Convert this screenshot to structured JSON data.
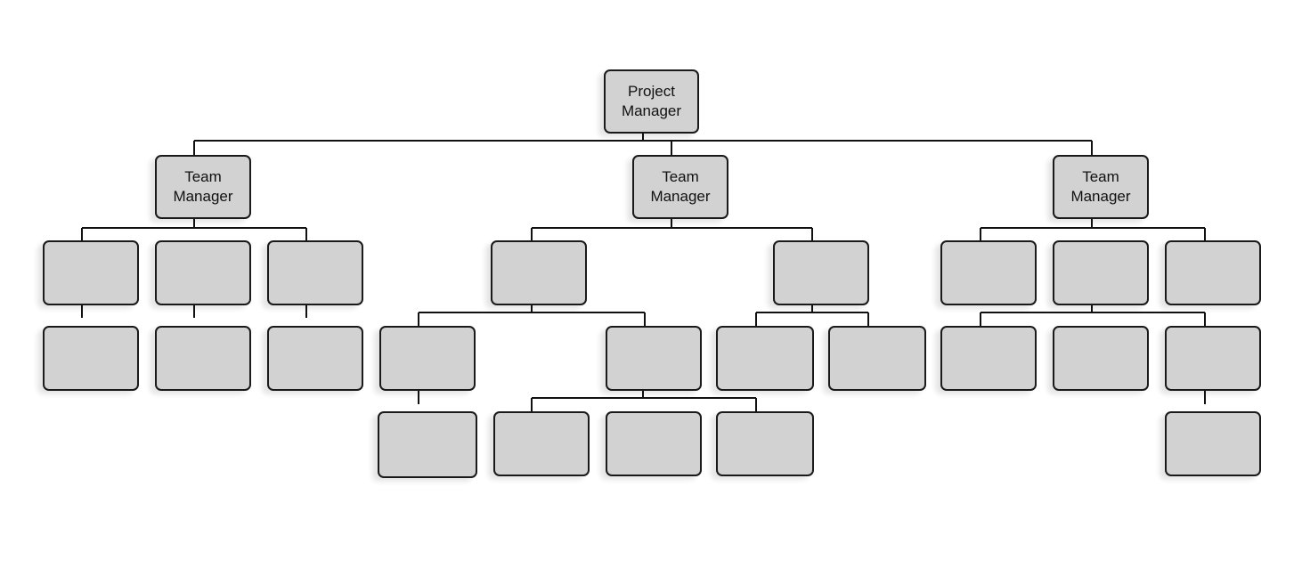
{
  "org_chart": {
    "root": {
      "label": "Project Manager"
    },
    "team_managers": [
      {
        "label": "Team Manager"
      },
      {
        "label": "Team Manager"
      },
      {
        "label": "Team Manager"
      }
    ]
  }
}
